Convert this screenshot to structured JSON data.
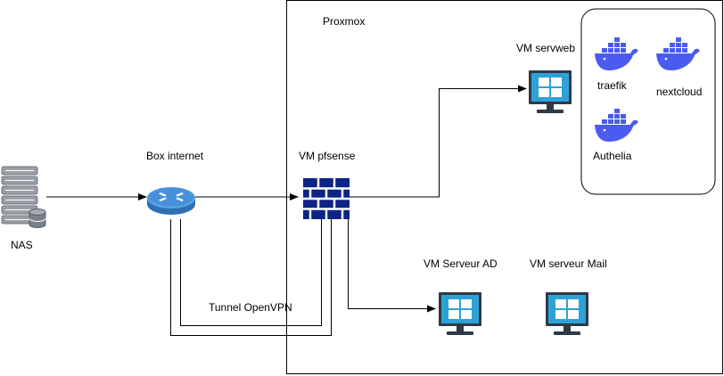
{
  "proxmox": {
    "title": "Proxmox"
  },
  "nas": {
    "label": "NAS"
  },
  "box_internet": {
    "label": "Box internet"
  },
  "vm_pfsense": {
    "label": "VM pfsense"
  },
  "vm_servweb": {
    "label": "VM servweb"
  },
  "vm_serveur_ad": {
    "label": "VM Serveur AD"
  },
  "vm_serveur_mail": {
    "label": "VM serveur Mail"
  },
  "tunnel": {
    "label": "Tunnel OpenVPN"
  },
  "containers": [
    {
      "label": "traefik"
    },
    {
      "label": "nextcloud"
    },
    {
      "label": "Authelia"
    }
  ],
  "colors": {
    "docker": "#4b5bef",
    "firewall": "#0d2486",
    "router": "#4a90d9",
    "monitor_screen": "#2ea2d6",
    "server_gray": "#8b9199"
  },
  "icons": {
    "nas": "server-stack-icon",
    "router": "router-icon",
    "firewall": "firewall-icon",
    "vm": "windows-monitor-icon",
    "docker": "docker-whale-icon"
  }
}
